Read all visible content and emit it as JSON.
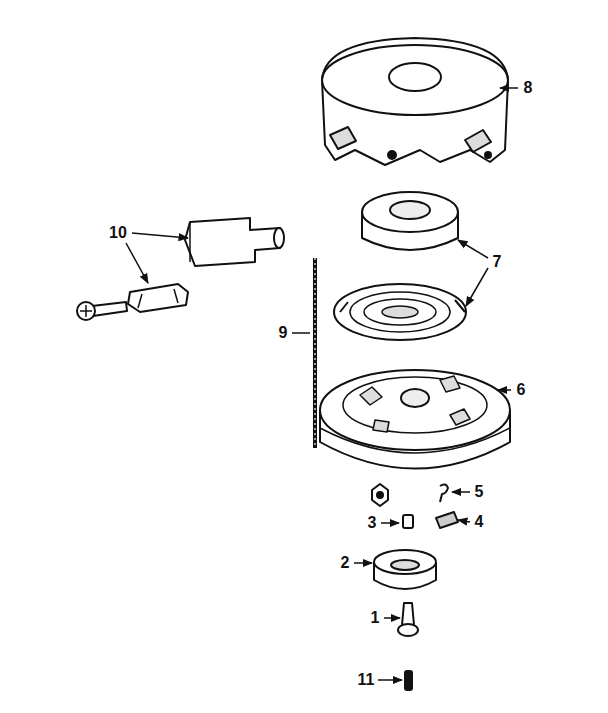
{
  "diagram": {
    "labels": [
      "8",
      "10",
      "7",
      "9",
      "6",
      "5",
      "3",
      "4",
      "2",
      "1",
      "11"
    ]
  }
}
